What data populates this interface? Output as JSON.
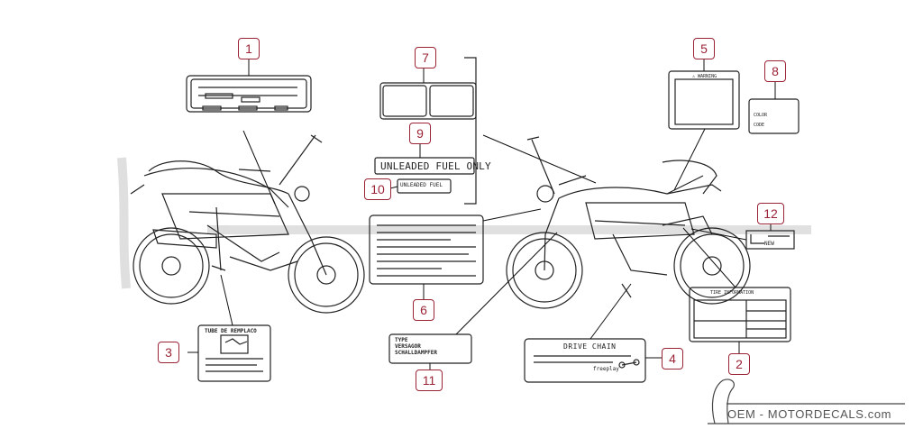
{
  "callouts": [
    "1",
    "2",
    "3",
    "4",
    "5",
    "6",
    "7",
    "8",
    "9",
    "10",
    "11",
    "12"
  ],
  "labels": {
    "unleaded_full": "UNLEADED FUEL ONLY",
    "unleaded_small": "UNLEADED FUEL",
    "tube": "TUBE DE REMPLACO",
    "type": "TYPE",
    "versager": "VERSAGOR",
    "schall": "SCHALLDAMPFER",
    "drive_chain": "DRIVE CHAIN",
    "freeplay": "freeplay",
    "tire": "TIRE INFORMATION",
    "color": "COLOR",
    "code": "CODE",
    "new": "NEW",
    "warning": "⚠ WARNING"
  },
  "watermark": {
    "text": "OEM - MOTORDECALS.com"
  }
}
